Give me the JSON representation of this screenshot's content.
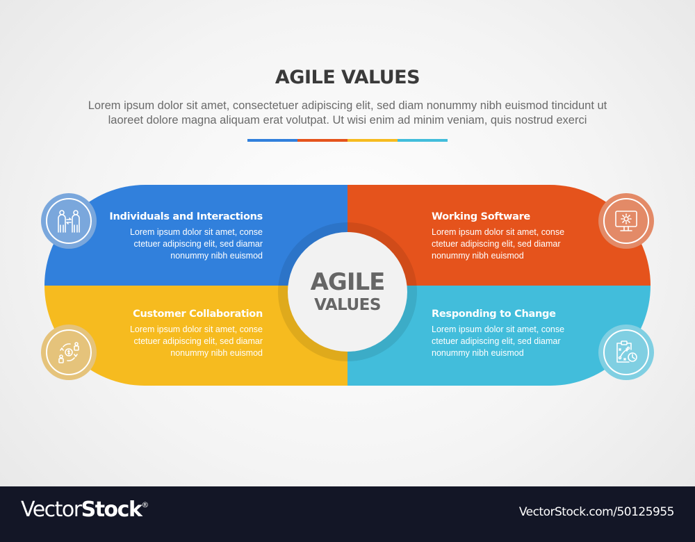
{
  "header": {
    "title": "AGILE VALUES",
    "subtitle_line1": "Lorem ipsum dolor sit amet, consectetuer adipiscing elit, sed diam nonummy nibh euismod tincidunt ut",
    "subtitle_line2": "laoreet dolore magna aliquam erat volutpat. Ut wisi enim ad minim veniam, quis nostrud exerci"
  },
  "colors": {
    "blue": "#3180dc",
    "orange": "#e5531c",
    "yellow": "#f6bb1f",
    "cyan": "#42bddb"
  },
  "center": {
    "line1": "AGILE",
    "line2": "VALUES"
  },
  "quadrants": [
    {
      "position": "top-left",
      "title": "Individuals and Interactions",
      "line1": "Lorem ipsum dolor sit amet, conse",
      "line2": "ctetuer adipiscing elit, sed diamar",
      "line3": "nonummy nibh euismod",
      "icon": "people-exchange-icon"
    },
    {
      "position": "top-right",
      "title": "Working Software",
      "line1": "Lorem ipsum dolor sit amet, conse",
      "line2": "ctetuer adipiscing elit, sed diamar",
      "line3": "nonummy nibh euismod",
      "icon": "monitor-gear-icon"
    },
    {
      "position": "bottom-left",
      "title": "Customer Collaboration",
      "line1": "Lorem ipsum dolor sit amet, conse",
      "line2": "ctetuer adipiscing elit, sed diamar",
      "line3": "nonummy nibh euismod",
      "icon": "money-exchange-icon"
    },
    {
      "position": "bottom-right",
      "title": "Responding to Change",
      "line1": "Lorem ipsum dolor sit amet, conse",
      "line2": "ctetuer adipiscing elit, sed diamar",
      "line3": "nonummy nibh euismod",
      "icon": "clipboard-strategy-clock-icon"
    }
  ],
  "footer": {
    "brand_light": "Vector",
    "brand_bold": "Stock",
    "registered": "®",
    "url": "VectorStock.com/50125955"
  }
}
